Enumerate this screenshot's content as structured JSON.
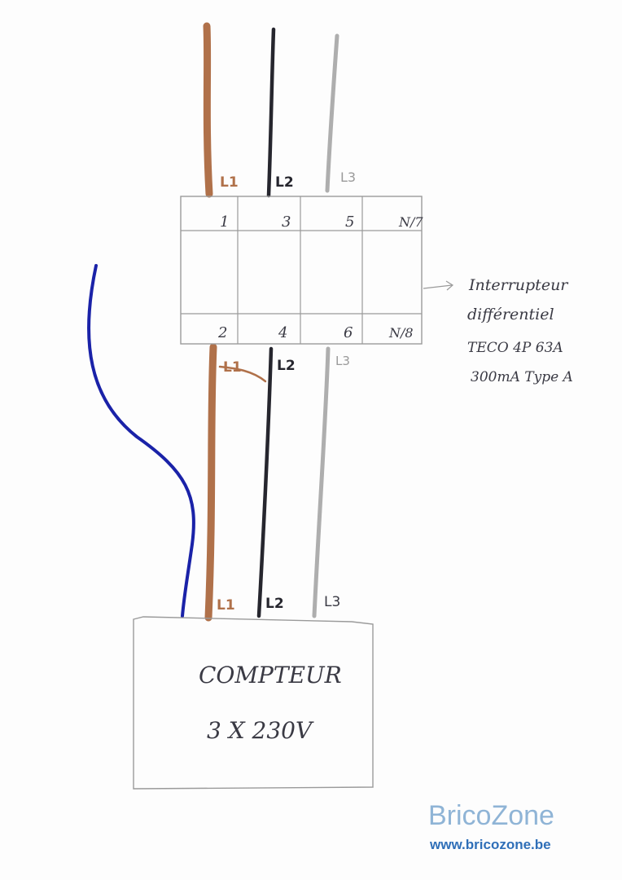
{
  "colors": {
    "L1": "#b0714a",
    "L2": "#26262e",
    "L3": "#aeaeae",
    "neutral": "#1a22a8",
    "pencil": "#9a9a9a",
    "ink": "#3a3a44",
    "watermark": "#8fb4d6",
    "watermark_url": "#2f6fb8"
  },
  "breaker": {
    "top_terminals": [
      "1",
      "3",
      "5",
      "N/7"
    ],
    "bottom_terminals": [
      "2",
      "4",
      "6",
      "N/8"
    ],
    "top_wire_labels": [
      "L1",
      "L2",
      "L3"
    ],
    "bottom_wire_labels": [
      "L1",
      "L2",
      "L3"
    ],
    "annotation": {
      "line1": "Interrupteur",
      "line2": "différentiel",
      "line3": "TECO  4P  63A",
      "line4": "300mA  Type A"
    }
  },
  "meter": {
    "wire_labels": [
      "L1",
      "L2",
      "L3"
    ],
    "title": "COMPTEUR",
    "rating": "3 X 230V"
  },
  "watermark": {
    "brand": "BricoZone",
    "url": "www.bricozone.be"
  }
}
